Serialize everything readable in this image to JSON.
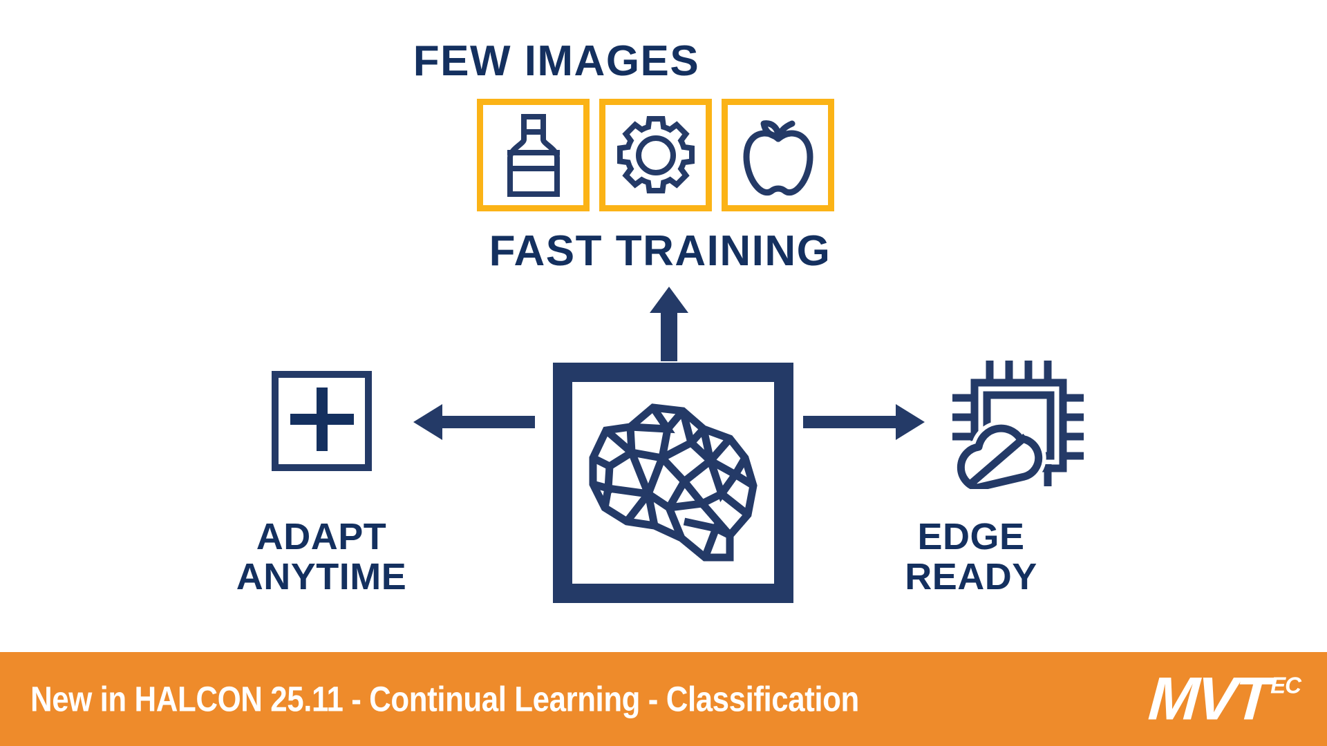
{
  "palette": {
    "navy": "#14305f",
    "navy_dark": "#243a67",
    "amber": "#fbb316",
    "orange": "#ee8b2b",
    "white": "#ffffff",
    "background": "#ffffff"
  },
  "top_section": {
    "title": "FEW IMAGES",
    "icons": [
      {
        "name": "bottle-icon",
        "label": "bottle"
      },
      {
        "name": "gear-icon",
        "label": "gear"
      },
      {
        "name": "apple-icon",
        "label": "apple"
      }
    ],
    "subtitle": "FAST TRAINING"
  },
  "center": {
    "icon_name": "brain-icon",
    "icon_label": "brain"
  },
  "left_branch": {
    "icon_name": "plus-icon",
    "icon_label": "plus",
    "label_line1": "ADAPT",
    "label_line2": "ANYTIME",
    "arrow": "arrow-left"
  },
  "right_branch": {
    "icon_name": "chip-no-cloud-icon",
    "icon_label": "processor chip with crossed-out cloud",
    "label_line1": "EDGE",
    "label_line2": "READY",
    "arrow": "arrow-right"
  },
  "up_branch": {
    "arrow": "arrow-up"
  },
  "footer": {
    "caption": "New in HALCON 25.11 - Continual Learning - Classification",
    "brand_mark": "MVT",
    "brand_suffix": "EC"
  }
}
